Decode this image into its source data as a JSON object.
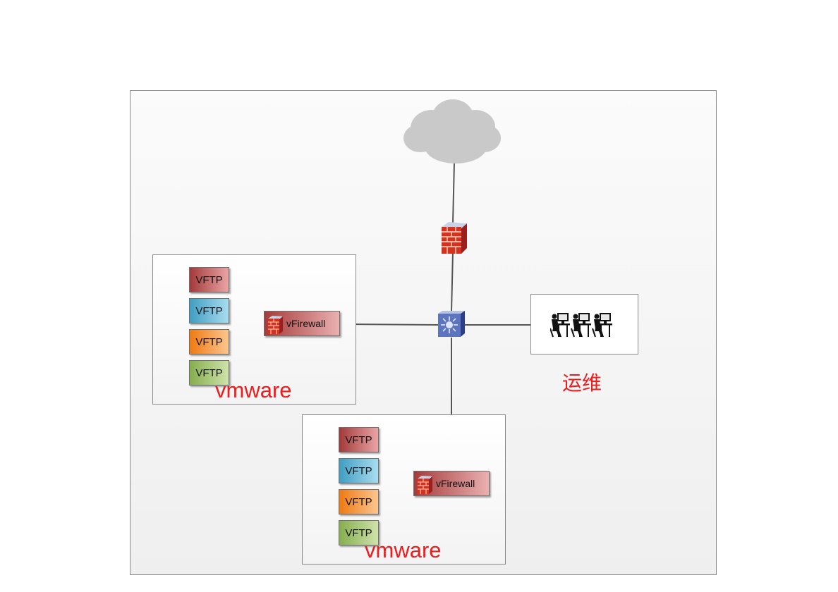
{
  "vm_clusters": [
    {
      "label": "vmware",
      "vftp_nodes": [
        {
          "label": "VFTP",
          "color": "#a33a3a"
        },
        {
          "label": "VFTP",
          "color": "#3f9ec2"
        },
        {
          "label": "VFTP",
          "color": "#ef7a12"
        },
        {
          "label": "VFTP",
          "color": "#86ae4d"
        }
      ],
      "firewall": {
        "label": "vFirewall"
      }
    },
    {
      "label": "vmware",
      "vftp_nodes": [
        {
          "label": "VFTP",
          "color": "#a33a3a"
        },
        {
          "label": "VFTP",
          "color": "#3f9ec2"
        },
        {
          "label": "VFTP",
          "color": "#ef7a12"
        },
        {
          "label": "VFTP",
          "color": "#86ae4d"
        }
      ],
      "firewall": {
        "label": "vFirewall"
      }
    }
  ],
  "ops": {
    "label": "运维",
    "icon": "operator-workstation-icon"
  },
  "accent_color": "#ee1c1c"
}
